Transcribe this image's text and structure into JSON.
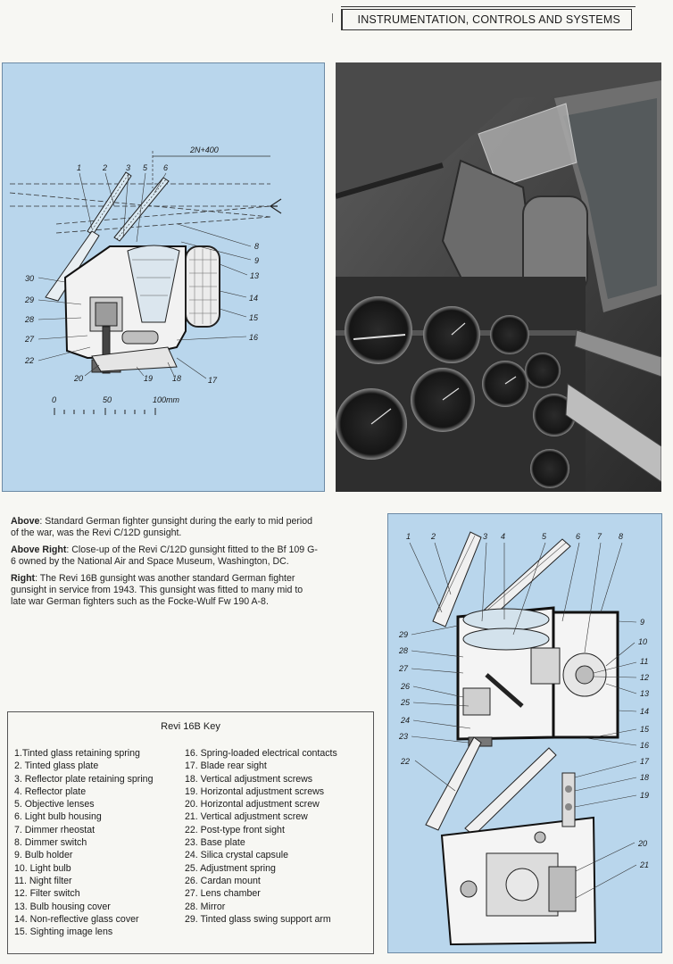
{
  "header": {
    "section_title": "INSTRUMENTATION, CONTROLS AND SYSTEMS"
  },
  "figure_c12d": {
    "dimension_label": "2N+400",
    "part_numbers_top": [
      "1",
      "2",
      "3",
      "5",
      "6"
    ],
    "part_numbers_right": [
      "8",
      "9",
      "13",
      "14",
      "15",
      "16",
      "17"
    ],
    "part_numbers_left": [
      "30",
      "29",
      "28",
      "27",
      "22"
    ],
    "part_numbers_bottom": [
      "20",
      "19",
      "18"
    ],
    "scale_labels": [
      "0",
      "50",
      "100mm"
    ]
  },
  "photo_c12d": {
    "description_color": "#3b3b3b"
  },
  "captions": [
    {
      "lead": "Above",
      "text": ": Standard German fighter gunsight during the early to mid period of the war, was the Revi C/12D gunsight."
    },
    {
      "lead": "Above Right",
      "text": ": Close-up of the Revi C/12D gunsight fitted to the Bf 109 G-6 owned by the National Air and Space Museum, Washington, DC."
    },
    {
      "lead": "Right",
      "text": ": The Revi 16B gunsight was another standard German fighter gunsight in service from 1943. This gunsight was fitted to many mid to late war German fighters such as the Focke-Wulf Fw 190 A-8."
    }
  ],
  "key": {
    "title": "Revi 16B Key",
    "left_items": [
      "1.Tinted glass retaining spring",
      "2. Tinted glass plate",
      "3. Reflector plate retaining spring",
      "4. Reflector plate",
      "5. Objective lenses",
      "6. Light bulb housing",
      "7. Dimmer rheostat",
      "8. Dimmer switch",
      "9. Bulb holder",
      "10. Light bulb",
      "11. Night filter",
      "12. Filter switch",
      "13. Bulb housing cover",
      "14. Non-reflective glass cover",
      "15. Sighting image lens"
    ],
    "right_items": [
      "16. Spring-loaded electrical contacts",
      "17. Blade rear sight",
      "18. Vertical adjustment screws",
      "19. Horizontal adjustment screws",
      "20. Horizontal adjustment screw",
      "21. Vertical adjustment screw",
      "22. Post-type front sight",
      "23. Base plate",
      "24. Silica crystal capsule",
      "25. Adjustment spring",
      "26. Cardan mount",
      "27. Lens chamber",
      "28. Mirror",
      "29. Tinted glass swing support arm"
    ]
  },
  "figure_16b": {
    "part_numbers_top": [
      "1",
      "2",
      "3",
      "4",
      "5",
      "6",
      "7",
      "8"
    ],
    "part_numbers_right": [
      "9",
      "10",
      "11",
      "12",
      "13",
      "14",
      "15",
      "16",
      "17",
      "18",
      "19",
      "20",
      "21"
    ],
    "part_numbers_left": [
      "29",
      "28",
      "27",
      "26",
      "25",
      "24",
      "23",
      "22"
    ]
  }
}
